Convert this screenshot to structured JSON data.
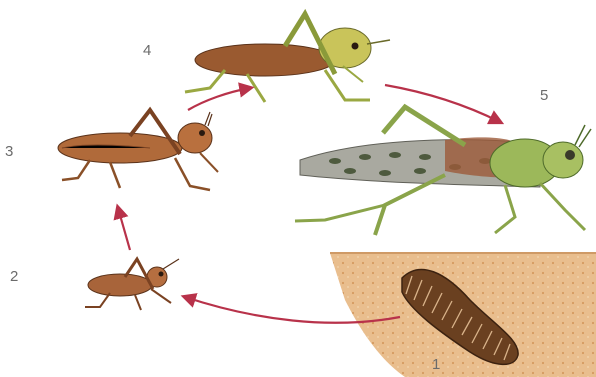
{
  "diagram": {
    "stages": [
      {
        "label": "1",
        "name": "egg-pod"
      },
      {
        "label": "2",
        "name": "nymph-first-instar"
      },
      {
        "label": "3",
        "name": "nymph-middle-instar"
      },
      {
        "label": "4",
        "name": "nymph-late-instar"
      },
      {
        "label": "5",
        "name": "adult-grasshopper"
      }
    ],
    "colors": {
      "arrow": "#b8324a",
      "soil": "#e6b98a",
      "egg_pod": "#6a4020",
      "nymph_brown": "#a8643a",
      "adult_green": "#9cb85a",
      "wing_gray": "#a9a9a0"
    }
  }
}
